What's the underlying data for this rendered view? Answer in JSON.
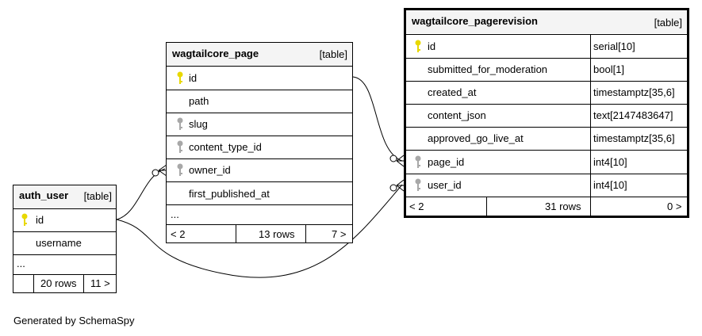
{
  "tables": {
    "page": {
      "name": "wagtailcore_page",
      "tag": "[table]",
      "columns": [
        {
          "name": "id",
          "key": "primary"
        },
        {
          "name": "path",
          "key": "none"
        },
        {
          "name": "slug",
          "key": "index"
        },
        {
          "name": "content_type_id",
          "key": "index"
        },
        {
          "name": "owner_id",
          "key": "index"
        },
        {
          "name": "first_published_at",
          "key": "none"
        }
      ],
      "more": "...",
      "footer": {
        "parents": "< 2",
        "rows": "13 rows",
        "children": "7 >"
      }
    },
    "revision": {
      "name": "wagtailcore_pagerevision",
      "tag": "[table]",
      "columns": [
        {
          "name": "id",
          "type": "serial[10]",
          "key": "primary"
        },
        {
          "name": "submitted_for_moderation",
          "type": "bool[1]",
          "key": "none"
        },
        {
          "name": "created_at",
          "type": "timestamptz[35,6]",
          "key": "none"
        },
        {
          "name": "content_json",
          "type": "text[2147483647]",
          "key": "none"
        },
        {
          "name": "approved_go_live_at",
          "type": "timestamptz[35,6]",
          "key": "none"
        },
        {
          "name": "page_id",
          "type": "int4[10]",
          "key": "index"
        },
        {
          "name": "user_id",
          "type": "int4[10]",
          "key": "index"
        }
      ],
      "footer": {
        "parents": "< 2",
        "rows": "31 rows",
        "children": "0 >"
      }
    },
    "user": {
      "name": "auth_user",
      "tag": "[table]",
      "columns": [
        {
          "name": "id",
          "key": "primary"
        },
        {
          "name": "username",
          "key": "none"
        }
      ],
      "more": "...",
      "footer": {
        "parents": "",
        "rows": "20 rows",
        "children": "11 >"
      }
    }
  },
  "colors": {
    "primary_key": "#e8d800",
    "index_key": "#a8a8a8",
    "header_bg": "#f4f4f4"
  },
  "footer_text": "Generated by SchemaSpy"
}
